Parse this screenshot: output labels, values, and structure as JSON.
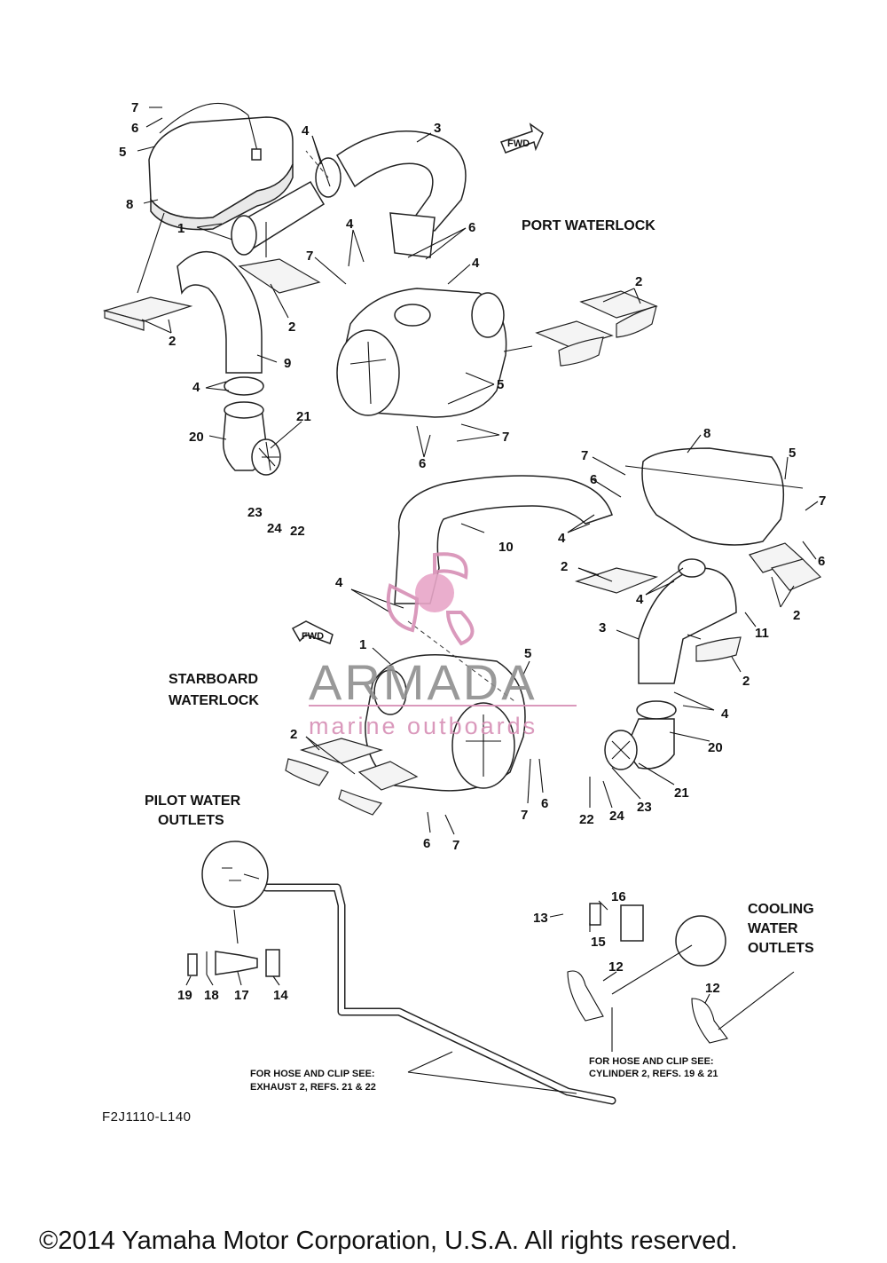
{
  "diagram": {
    "sections": {
      "port_waterlock": "PORT WATERLOCK",
      "starboard_line1": "STARBOARD",
      "starboard_line2": "WATERLOCK",
      "pilot_line1": "PILOT WATER",
      "pilot_line2": "OUTLETS",
      "cooling_line1": "COOLING",
      "cooling_line2": "WATER",
      "cooling_line3": "OUTLETS"
    },
    "fwd_label": "FWD",
    "notes": {
      "exhaust_line1": "FOR HOSE AND CLIP SEE:",
      "exhaust_line2": "EXHAUST 2, REFS. 21 & 22",
      "cylinder_line1": "FOR HOSE AND CLIP SEE:",
      "cylinder_line2": "CYLINDER 2, REFS. 19 & 21"
    },
    "figure_code": "F2J1110-L140",
    "copyright": "©2014 Yamaha Motor Corporation, U.S.A. All rights reserved.",
    "watermark": {
      "brand": "ARMADA",
      "tagline": "marine outboards"
    },
    "callouts": [
      "7",
      "6",
      "5",
      "8",
      "4",
      "3",
      "4",
      "7",
      "6",
      "4",
      "1",
      "2",
      "2",
      "2",
      "9",
      "4",
      "21",
      "20",
      "5",
      "7",
      "6",
      "23",
      "24",
      "22",
      "8",
      "7",
      "5",
      "6",
      "7",
      "10",
      "4",
      "6",
      "2",
      "4",
      "2",
      "4",
      "1",
      "5",
      "3",
      "11",
      "2",
      "4",
      "20",
      "2",
      "7",
      "6",
      "6",
      "7",
      "21",
      "22",
      "24",
      "23",
      "16",
      "13",
      "15",
      "12",
      "12",
      "19",
      "18",
      "17",
      "14"
    ],
    "colors": {
      "line": "#222222",
      "watermark_gray": "#8f8f8f",
      "watermark_pink": "#d78fb5"
    }
  }
}
